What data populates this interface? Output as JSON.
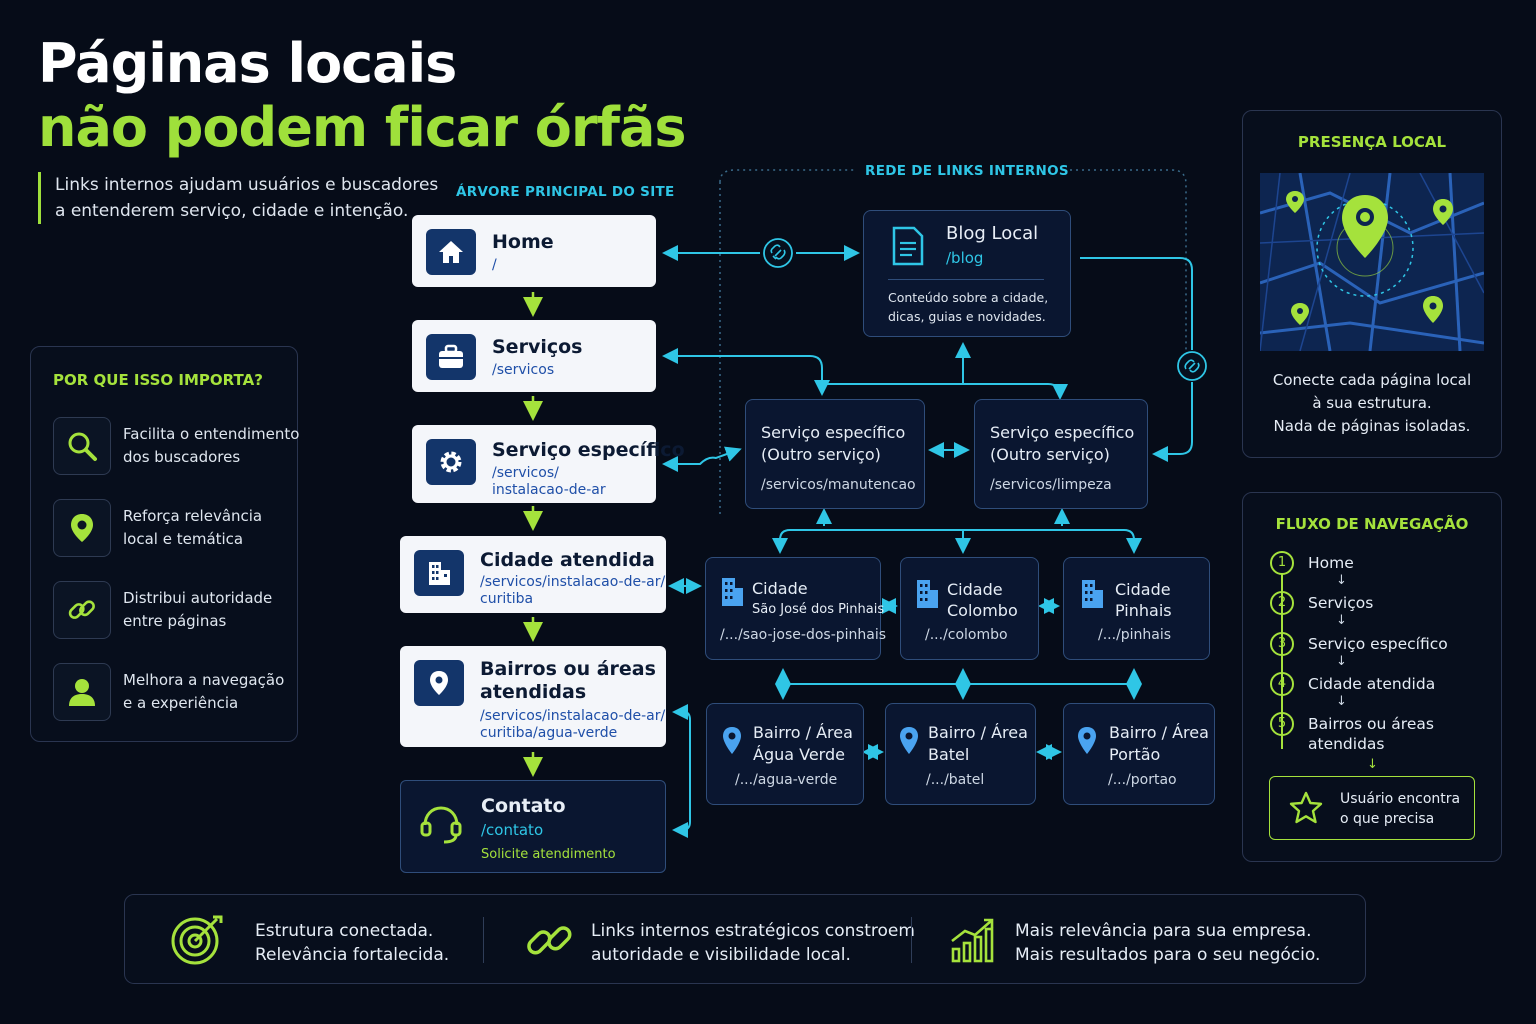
{
  "title": {
    "line1": "Páginas locais",
    "line2": "não podem ficar órfãs"
  },
  "subtitle": {
    "line1": "Links internos ajudam usuários e buscadores",
    "line2": "a entenderem serviço, cidade e intenção."
  },
  "labels": {
    "tree": "ÁRVORE PRINCIPAL DO SITE",
    "network": "REDE DE LINKS INTERNOS"
  },
  "why": {
    "title": "POR QUE ISSO IMPORTA?",
    "items": [
      {
        "icon": "search-icon",
        "line1": "Facilita o entendimento",
        "line2": "dos buscadores"
      },
      {
        "icon": "location-pin-icon",
        "line1": "Reforça relevância",
        "line2": "local e temática"
      },
      {
        "icon": "link-icon",
        "line1": "Distribui autoridade",
        "line2": "entre páginas"
      },
      {
        "icon": "user-icon",
        "line1": "Melhora a navegação",
        "line2": "e a experiência"
      }
    ]
  },
  "tree": {
    "home": {
      "title": "Home",
      "path": "/"
    },
    "services": {
      "title": "Serviços",
      "path": "/servicos"
    },
    "specific": {
      "title": "Serviço específico",
      "path1": "/servicos/",
      "path2": "instalacao-de-ar"
    },
    "city": {
      "title": "Cidade atendida",
      "path1": "/servicos/instalacao-de-ar/",
      "path2": "curitiba"
    },
    "neighborhoods": {
      "title1": "Bairros ou áreas",
      "title2": "atendidas",
      "path1": "/servicos/instalacao-de-ar/",
      "path2": "curitiba/agua-verde"
    },
    "contact": {
      "title": "Contato",
      "path": "/contato",
      "cta": "Solicite atendimento"
    }
  },
  "blog": {
    "title": "Blog Local",
    "path": "/blog",
    "desc1": "Conteúdo sobre a cidade,",
    "desc2": "dicas, guias e novidades."
  },
  "other_services": [
    {
      "line1": "Serviço específico",
      "line2": "(Outro serviço)",
      "path": "/servicos/manutencao"
    },
    {
      "line1": "Serviço específico",
      "line2": "(Outro serviço)",
      "path": "/servicos/limpeza"
    }
  ],
  "cities": [
    {
      "line1": "Cidade",
      "line2": "São José dos Pinhais",
      "path": "/.../sao-jose-dos-pinhais"
    },
    {
      "line1": "Cidade",
      "line2": "Colombo",
      "path": "/.../colombo"
    },
    {
      "line1": "Cidade",
      "line2": "Pinhais",
      "path": "/.../pinhais"
    }
  ],
  "neighborhoods": [
    {
      "line1": "Bairro / Área",
      "line2": "Água Verde",
      "path": "/.../agua-verde"
    },
    {
      "line1": "Bairro / Área",
      "line2": "Batel",
      "path": "/.../batel"
    },
    {
      "line1": "Bairro / Área",
      "line2": "Portão",
      "path": "/.../portao"
    }
  ],
  "presence": {
    "title": "PRESENÇA LOCAL",
    "line1": "Conecte cada página local",
    "line2": "à sua estrutura.",
    "line3": "Nada de páginas isoladas."
  },
  "flow": {
    "title": "FLUXO DE NAVEGAÇÃO",
    "steps": [
      {
        "num": "1",
        "label": "Home"
      },
      {
        "num": "2",
        "label": "Serviços"
      },
      {
        "num": "3",
        "label": "Serviço específico"
      },
      {
        "num": "4",
        "label": "Cidade atendida"
      },
      {
        "num": "5",
        "label": "Bairros ou áreas",
        "label2": "atendidas"
      }
    ],
    "final1": "Usuário encontra",
    "final2": "o que precisa"
  },
  "bottom": [
    {
      "icon": "target-icon",
      "line1": "Estrutura conectada.",
      "line2": "Relevância fortalecida."
    },
    {
      "icon": "link-icon",
      "line1": "Links internos estratégicos constroem",
      "line2": "autoridade e visibilidade local."
    },
    {
      "icon": "growth-chart-icon",
      "line1": "Mais relevância para sua empresa.",
      "line2": "Mais resultados para o seu negócio."
    }
  ],
  "colors": {
    "background": "#060c18",
    "accent_green": "#9fe03b",
    "accent_cyan": "#2fc6e6",
    "card_navy": "#13356a"
  }
}
